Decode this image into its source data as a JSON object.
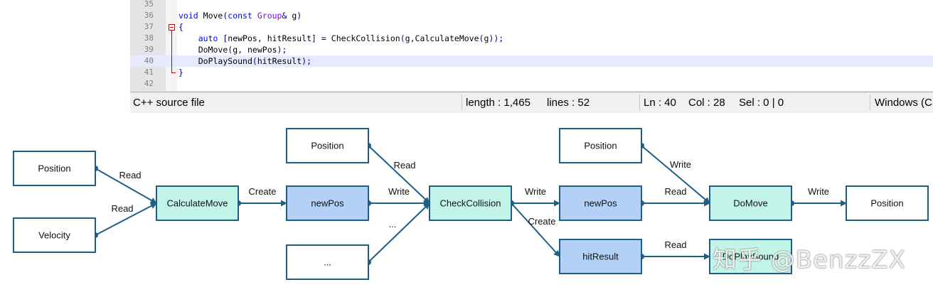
{
  "editor": {
    "lines": [
      {
        "num": "35",
        "code": ""
      },
      {
        "num": "36",
        "code": "void Move(const Group& g)"
      },
      {
        "num": "37",
        "code": "{"
      },
      {
        "num": "38",
        "code": "    auto [newPos, hitResult] = CheckCollision(g,CalculateMove(g));"
      },
      {
        "num": "39",
        "code": "    DoMove(g, newPos);"
      },
      {
        "num": "40",
        "code": "    DoPlaySound(hitResult);"
      },
      {
        "num": "41",
        "code": "}"
      },
      {
        "num": "42",
        "code": ""
      }
    ],
    "current_line": "40"
  },
  "statusbar": {
    "file_type": "C++ source file",
    "length": "length : 1,465",
    "lines": "lines : 52",
    "ln": "Ln : 40",
    "col": "Col : 28",
    "sel": "Sel : 0 | 0",
    "eol": "Windows (C"
  },
  "diagram": {
    "colors": {
      "edge": "#1f5f86",
      "data_node": "#b3d1f7",
      "func_node": "#c2f5e8",
      "plain_node": "#ffffff"
    },
    "nodes": [
      {
        "id": "position-1",
        "label": "Position",
        "kind": "plain"
      },
      {
        "id": "velocity",
        "label": "Velocity",
        "kind": "plain"
      },
      {
        "id": "calculatemove",
        "label": "CalculateMove",
        "kind": "func"
      },
      {
        "id": "position-2",
        "label": "Position",
        "kind": "plain"
      },
      {
        "id": "newpos-1",
        "label": "newPos",
        "kind": "data"
      },
      {
        "id": "ellipsis",
        "label": "...",
        "kind": "plain"
      },
      {
        "id": "checkcollision",
        "label": "CheckCollision",
        "kind": "func"
      },
      {
        "id": "position-3",
        "label": "Position",
        "kind": "plain"
      },
      {
        "id": "newpos-2",
        "label": "newPos",
        "kind": "data"
      },
      {
        "id": "hitresult",
        "label": "hitResult",
        "kind": "data"
      },
      {
        "id": "domove",
        "label": "DoMove",
        "kind": "func"
      },
      {
        "id": "doplaysound",
        "label": "DoPlaySound",
        "kind": "func"
      },
      {
        "id": "position-4",
        "label": "Position",
        "kind": "plain"
      }
    ],
    "edges": [
      {
        "from": "position-1",
        "to": "calculatemove",
        "label": "Read"
      },
      {
        "from": "velocity",
        "to": "calculatemove",
        "label": "Read"
      },
      {
        "from": "calculatemove",
        "to": "newpos-1",
        "label": "Create"
      },
      {
        "from": "position-2",
        "to": "checkcollision",
        "label": "Read"
      },
      {
        "from": "newpos-1",
        "to": "checkcollision",
        "label": "Write"
      },
      {
        "from": "ellipsis",
        "to": "checkcollision",
        "label": "..."
      },
      {
        "from": "checkcollision",
        "to": "newpos-2",
        "label": "Write"
      },
      {
        "from": "checkcollision",
        "to": "hitresult",
        "label": "Create"
      },
      {
        "from": "position-3",
        "to": "domove",
        "label": "Write"
      },
      {
        "from": "newpos-2",
        "to": "domove",
        "label": "Read"
      },
      {
        "from": "domove",
        "to": "position-4",
        "label": "Write"
      },
      {
        "from": "hitresult",
        "to": "doplaysound",
        "label": "Read"
      }
    ]
  },
  "watermark": "知乎 @BenzzZX"
}
